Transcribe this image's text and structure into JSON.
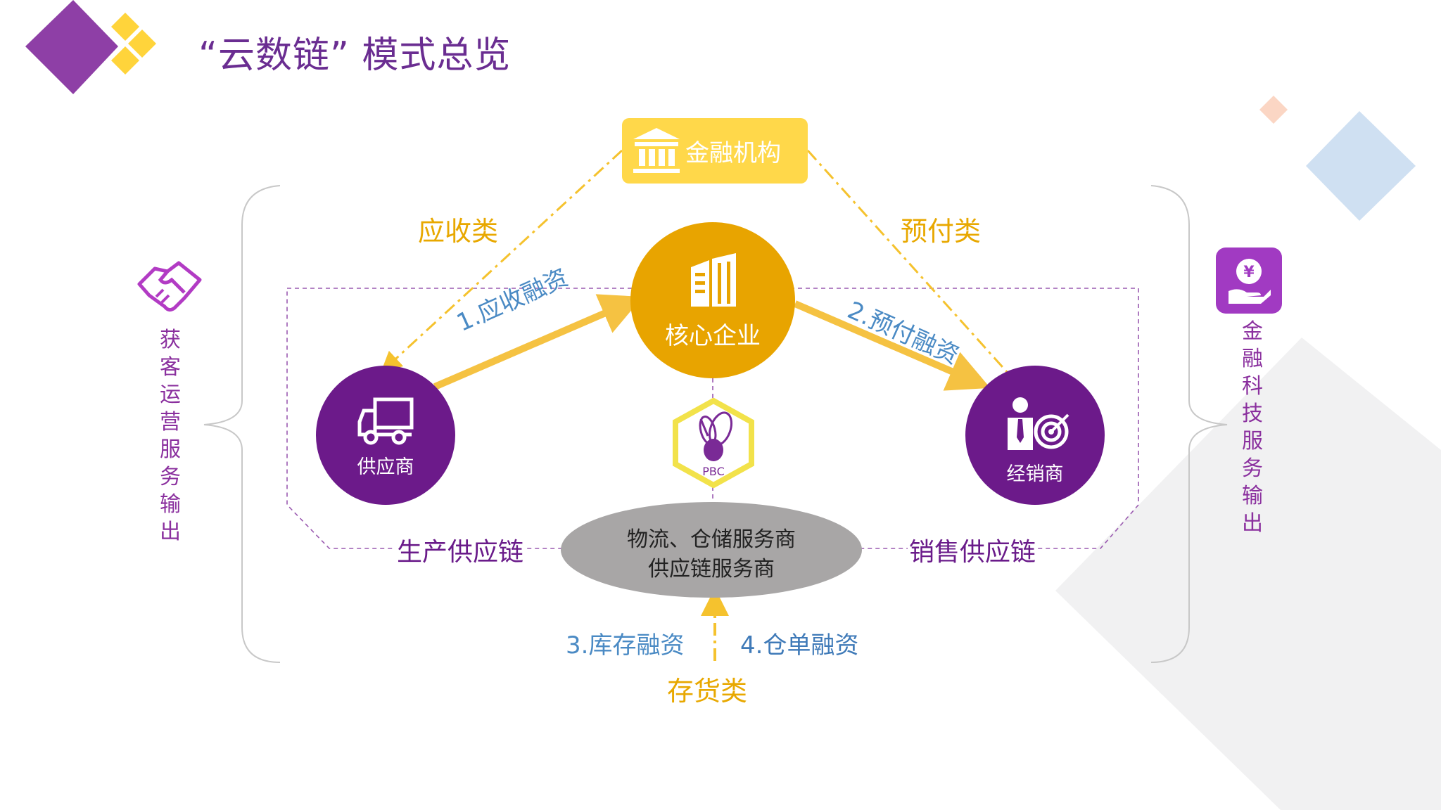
{
  "title": "“云数链”  模式总览",
  "nodes": {
    "bank": "金融机构",
    "core": "核心企业",
    "supplier": "供应商",
    "dealer": "经销商",
    "service_line1": "物流、仓储服务商",
    "service_line2": "供应链服务商",
    "pbc": "PBC"
  },
  "categories": {
    "receivable": "应收类",
    "prepaid": "预付类",
    "inventory": "存货类"
  },
  "flows": {
    "f1": "1.应收融资",
    "f2": "2.预付融资",
    "f3": "3.库存融资",
    "f4": "4.仓单融资"
  },
  "chains": {
    "production": "生产供应链",
    "sales": "销售供应链"
  },
  "side": {
    "left": "获客运营服务输出",
    "right": "金融科技服务输出"
  },
  "icons": {
    "bank": "bank-icon",
    "building": "building-icon",
    "truck": "truck-icon",
    "dealer": "dealer-target-icon",
    "handshake": "handshake-icon",
    "finance": "hand-coin-icon",
    "bee": "bee-logo"
  },
  "colors": {
    "purple": "#6c1a8a",
    "gold": "#e8a400",
    "yellow": "#ffd84a",
    "blue": "#4a8ac4",
    "gray": "#a8a6a6"
  }
}
